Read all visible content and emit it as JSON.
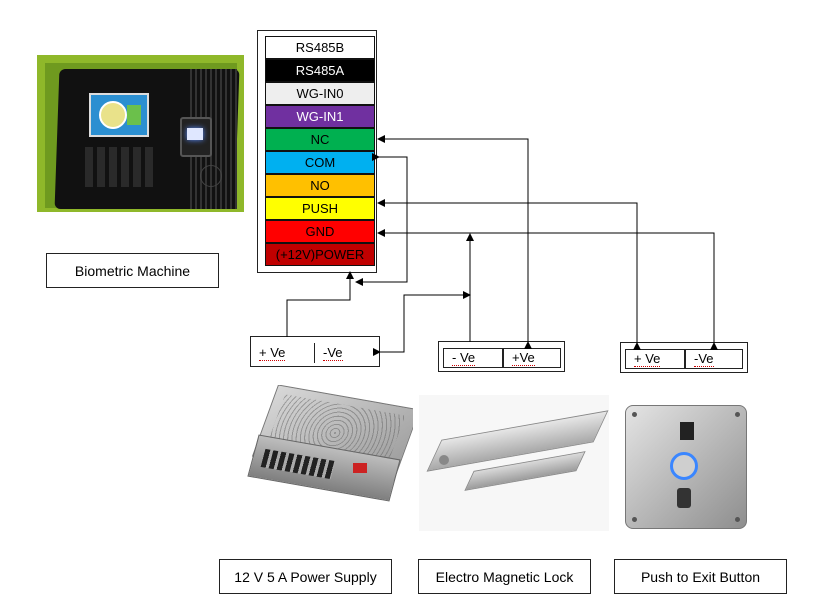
{
  "terminals": [
    {
      "label": "RS485B",
      "bg": "#ffffff",
      "fg": "#000000"
    },
    {
      "label": "RS485A",
      "bg": "#000000",
      "fg": "#ffffff"
    },
    {
      "label": "WG-IN0",
      "bg": "#eeeeee",
      "fg": "#000000"
    },
    {
      "label": "WG-IN1",
      "bg": "#7030a0",
      "fg": "#ffffff"
    },
    {
      "label": "NC",
      "bg": "#00b050",
      "fg": "#000000"
    },
    {
      "label": "COM",
      "bg": "#00b0f0",
      "fg": "#000000"
    },
    {
      "label": "NO",
      "bg": "#ffc000",
      "fg": "#000000"
    },
    {
      "label": "PUSH",
      "bg": "#ffff00",
      "fg": "#000000"
    },
    {
      "label": "GND",
      "bg": "#ff0000",
      "fg": "#000000"
    },
    {
      "label": "(+12V)POWER",
      "bg": "#c00000",
      "fg": "#000000"
    }
  ],
  "power_supply": {
    "left": "+ Ve",
    "right": "-Ve",
    "caption": "12 V 5 A Power Supply"
  },
  "lock": {
    "left": "- Ve",
    "right": "+Ve",
    "caption": "Electro Magnetic Lock"
  },
  "exit_button": {
    "left": "+ Ve",
    "right": "-Ve",
    "caption": "Push to Exit Button"
  },
  "biometric": {
    "caption": "Biometric Machine"
  }
}
